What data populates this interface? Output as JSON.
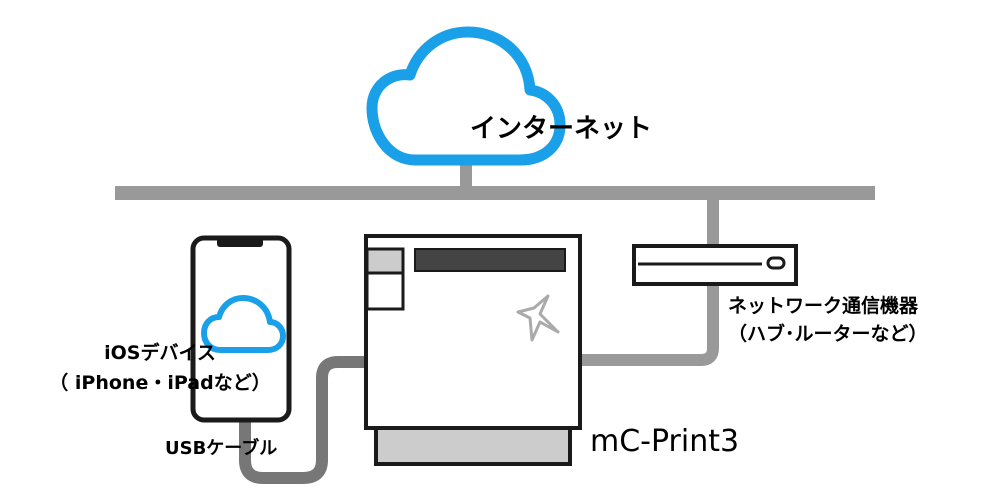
{
  "labels": {
    "internet": "インターネット",
    "network_device_line1": "ネットワーク通信機器",
    "network_device_line2": "（ハブ･ルーターなど）",
    "ios_device_line1": "iOSデバイス",
    "ios_device_line2": "（ iPhone・iPadなど）",
    "usb_cable": "USBケーブル",
    "printer_model": "mC-Print3"
  },
  "colors": {
    "cloud": "#1aa0e8",
    "network_line": "#999999",
    "cable": "#777777",
    "outline": "#1a1a1a",
    "slot": "#444444",
    "printer_base": "#cccccc"
  },
  "icons": [
    "cloud-icon",
    "smartphone-icon",
    "printer-icon",
    "router-icon",
    "star-logo-icon",
    "small-cloud-icon"
  ]
}
